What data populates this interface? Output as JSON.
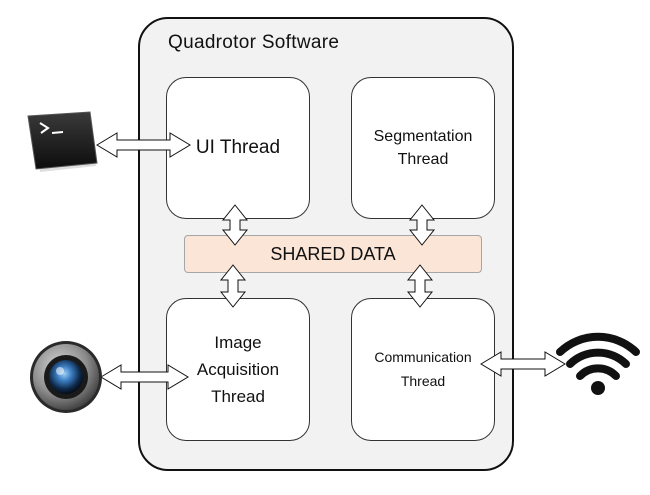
{
  "title": "Quadrotor Software",
  "threads": {
    "ui": [
      "UI Thread"
    ],
    "segmentation": [
      "Segmentation",
      "Thread"
    ],
    "image_acquisition": [
      "Image",
      "Acquisition",
      "Thread"
    ],
    "communication": [
      "Communication",
      "Thread"
    ]
  },
  "shared_data": "SHARED DATA",
  "icons": {
    "terminal": "terminal-icon",
    "camera": "camera-icon",
    "wifi": "wifi-icon"
  },
  "colors": {
    "container_fill": "#f2f2f2",
    "shared_fill": "#fbe5d6",
    "terminal_bg": "#1e1e1e"
  }
}
